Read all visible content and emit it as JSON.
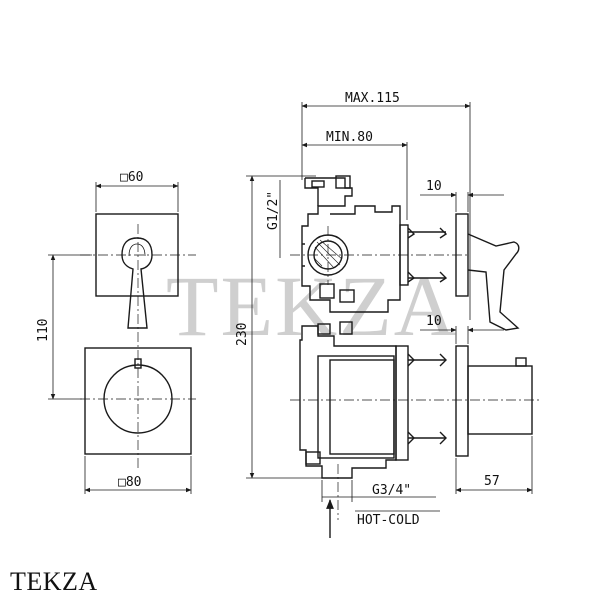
{
  "watermark": "TEKZA",
  "brand": "TEKZA",
  "dimensions": {
    "top_square": "□60",
    "bottom_square": "□80",
    "vertical_spacing": "110",
    "total_height": "230",
    "max_depth": "MAX.115",
    "min_depth": "MIN.80",
    "upper_plate": "10",
    "lower_plate": "10",
    "knob_depth": "57",
    "outlet_thread": "G1/2\"",
    "inlet_thread": "G3/4\"",
    "inlet_label": "HOT-COLD"
  }
}
